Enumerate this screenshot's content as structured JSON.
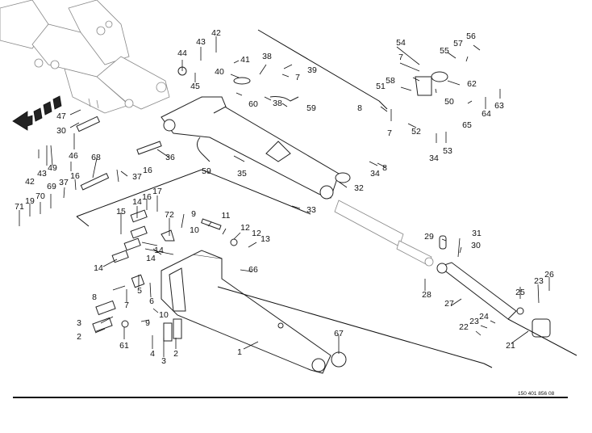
{
  "diagram": {
    "type": "exploded-parts-diagram",
    "subject": "boom / arm assembly with hydraulic cylinder and fittings",
    "drawing_number": "150 401 856 08",
    "labels": [
      {
        "id": "l42a",
        "text": "42"
      },
      {
        "id": "l43a",
        "text": "43"
      },
      {
        "id": "l44",
        "text": "44"
      },
      {
        "id": "l45",
        "text": "45"
      },
      {
        "id": "l41",
        "text": "41"
      },
      {
        "id": "l40",
        "text": "40"
      },
      {
        "id": "l38a",
        "text": "38"
      },
      {
        "id": "l39",
        "text": "39"
      },
      {
        "id": "l7a",
        "text": "7"
      },
      {
        "id": "l60",
        "text": "60"
      },
      {
        "id": "l38b",
        "text": "38"
      },
      {
        "id": "l59a",
        "text": "59"
      },
      {
        "id": "l54",
        "text": "54"
      },
      {
        "id": "l56",
        "text": "56"
      },
      {
        "id": "l57",
        "text": "57"
      },
      {
        "id": "l55",
        "text": "55"
      },
      {
        "id": "l7b",
        "text": "7"
      },
      {
        "id": "l58",
        "text": "58"
      },
      {
        "id": "l51",
        "text": "51"
      },
      {
        "id": "l62",
        "text": "62"
      },
      {
        "id": "l50",
        "text": "50"
      },
      {
        "id": "l8a",
        "text": "8"
      },
      {
        "id": "l7c",
        "text": "7"
      },
      {
        "id": "l52",
        "text": "52"
      },
      {
        "id": "l63",
        "text": "63"
      },
      {
        "id": "l64",
        "text": "64"
      },
      {
        "id": "l65",
        "text": "65"
      },
      {
        "id": "l34a",
        "text": "34"
      },
      {
        "id": "l53",
        "text": "53"
      },
      {
        "id": "l47",
        "text": "47"
      },
      {
        "id": "l30a",
        "text": "30"
      },
      {
        "id": "l46",
        "text": "46"
      },
      {
        "id": "l36",
        "text": "36"
      },
      {
        "id": "l42b",
        "text": "42"
      },
      {
        "id": "l43b",
        "text": "43"
      },
      {
        "id": "l49",
        "text": "49"
      },
      {
        "id": "l16a",
        "text": "16"
      },
      {
        "id": "l37a",
        "text": "37"
      },
      {
        "id": "l59b",
        "text": "59"
      },
      {
        "id": "l35",
        "text": "35"
      },
      {
        "id": "l68",
        "text": "68"
      },
      {
        "id": "l34b",
        "text": "34"
      },
      {
        "id": "l8b",
        "text": "8"
      },
      {
        "id": "l32",
        "text": "32"
      },
      {
        "id": "l33",
        "text": "33"
      },
      {
        "id": "l71",
        "text": "71"
      },
      {
        "id": "l19",
        "text": "19"
      },
      {
        "id": "l70",
        "text": "70"
      },
      {
        "id": "l69",
        "text": "69"
      },
      {
        "id": "l37b",
        "text": "37"
      },
      {
        "id": "l16b",
        "text": "16"
      },
      {
        "id": "l14a",
        "text": "14"
      },
      {
        "id": "l16c",
        "text": "16"
      },
      {
        "id": "l17",
        "text": "17"
      },
      {
        "id": "l15",
        "text": "15"
      },
      {
        "id": "l72",
        "text": "72"
      },
      {
        "id": "l9a",
        "text": "9"
      },
      {
        "id": "l11",
        "text": "11"
      },
      {
        "id": "l10a",
        "text": "10"
      },
      {
        "id": "l12a",
        "text": "12"
      },
      {
        "id": "l12b",
        "text": "12"
      },
      {
        "id": "l13",
        "text": "13"
      },
      {
        "id": "l14b",
        "text": "14"
      },
      {
        "id": "l14c",
        "text": "14"
      },
      {
        "id": "l14d",
        "text": "14"
      },
      {
        "id": "l66",
        "text": "66"
      },
      {
        "id": "l29",
        "text": "29"
      },
      {
        "id": "l31",
        "text": "31"
      },
      {
        "id": "l30b",
        "text": "30"
      },
      {
        "id": "l28",
        "text": "28"
      },
      {
        "id": "l27",
        "text": "27"
      },
      {
        "id": "l25",
        "text": "25"
      },
      {
        "id": "l23a",
        "text": "23"
      },
      {
        "id": "l26",
        "text": "26"
      },
      {
        "id": "l24",
        "text": "24"
      },
      {
        "id": "l23b",
        "text": "23"
      },
      {
        "id": "l22",
        "text": "22"
      },
      {
        "id": "l21",
        "text": "21"
      },
      {
        "id": "l8c",
        "text": "8"
      },
      {
        "id": "l7d",
        "text": "7"
      },
      {
        "id": "l5",
        "text": "5"
      },
      {
        "id": "l6",
        "text": "6"
      },
      {
        "id": "l3a",
        "text": "3"
      },
      {
        "id": "l2a",
        "text": "2"
      },
      {
        "id": "l10b",
        "text": "10"
      },
      {
        "id": "l9b",
        "text": "9"
      },
      {
        "id": "l61",
        "text": "61"
      },
      {
        "id": "l4",
        "text": "4"
      },
      {
        "id": "l3b",
        "text": "3"
      },
      {
        "id": "l2b",
        "text": "2"
      },
      {
        "id": "l1",
        "text": "1"
      },
      {
        "id": "l67",
        "text": "67"
      }
    ]
  }
}
